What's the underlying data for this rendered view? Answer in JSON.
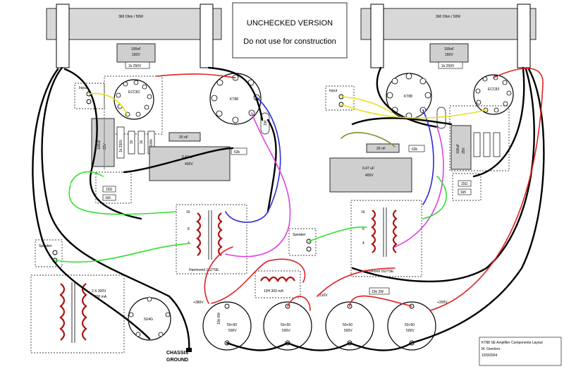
{
  "header": {
    "title": "UNCHECKED VERSION",
    "subtitle": "Do not use for construction"
  },
  "resistors_top": {
    "left": "360 Ohm / 50W",
    "right": "360 Ohm / 50W"
  },
  "caps": {
    "bias_left": "100nF",
    "bias_left_v": "160V",
    "bias_left_r": "1k 250V",
    "bias_right": "100nF",
    "bias_right_v": "160V",
    "bias_right_r": "1k 250V",
    "coupling_left": "0,47 uF",
    "coupling_left_v": "400V",
    "coupling_right": "0,47 uF",
    "coupling_right_v": "400V",
    "small_left": "20 nF",
    "small_right": "20 nF",
    "elec_left": "100uF",
    "elec_left_v": "25V",
    "elec_right": "100uF",
    "elec_right_v": "25V"
  },
  "tubes": {
    "ecc83_left": "ECC83",
    "kt88_left": "KT88",
    "kt88_right": "KT88",
    "ecc83_right": "ECC83",
    "rectifier": "5U4G"
  },
  "small_resistors": {
    "r1k_250v": "1k 250V",
    "r1k": "1k",
    "r1k_b": "1k",
    "r100k": "100k",
    "r15": "15Ω",
    "r1k5": "1k5",
    "r63k": "63k",
    "r1w": "1W",
    "r15r": "15Ω",
    "r1k5r": "1k5",
    "r63kr": "63k"
  },
  "input": {
    "left": "Input",
    "right": "Input"
  },
  "speaker": {
    "left": "Speaker",
    "right": "Speaker"
  },
  "output_tx": {
    "left": "Hammond 1627SE",
    "right": "Hammond 1627SE",
    "tap16": "16",
    "tap8": "8",
    "tap4": "4"
  },
  "choke": "10H 300 mA",
  "power_tx": {
    "line1": "2 X 300V",
    "line2": "300 mA"
  },
  "psu": {
    "v380": "+380V",
    "v310": "+310V",
    "v300": "+300V",
    "r15k": "15k 2W",
    "r10k": "10k 0W",
    "c1": "50+50",
    "c1v": "500V"
  },
  "chassis": {
    "line1": "CHASSIS",
    "line2": "GROUND"
  },
  "footer": {
    "line1": "KT88 SE Amplifier Components Layout",
    "line2": "M. Geerlero",
    "line3": "10/9/2004"
  }
}
